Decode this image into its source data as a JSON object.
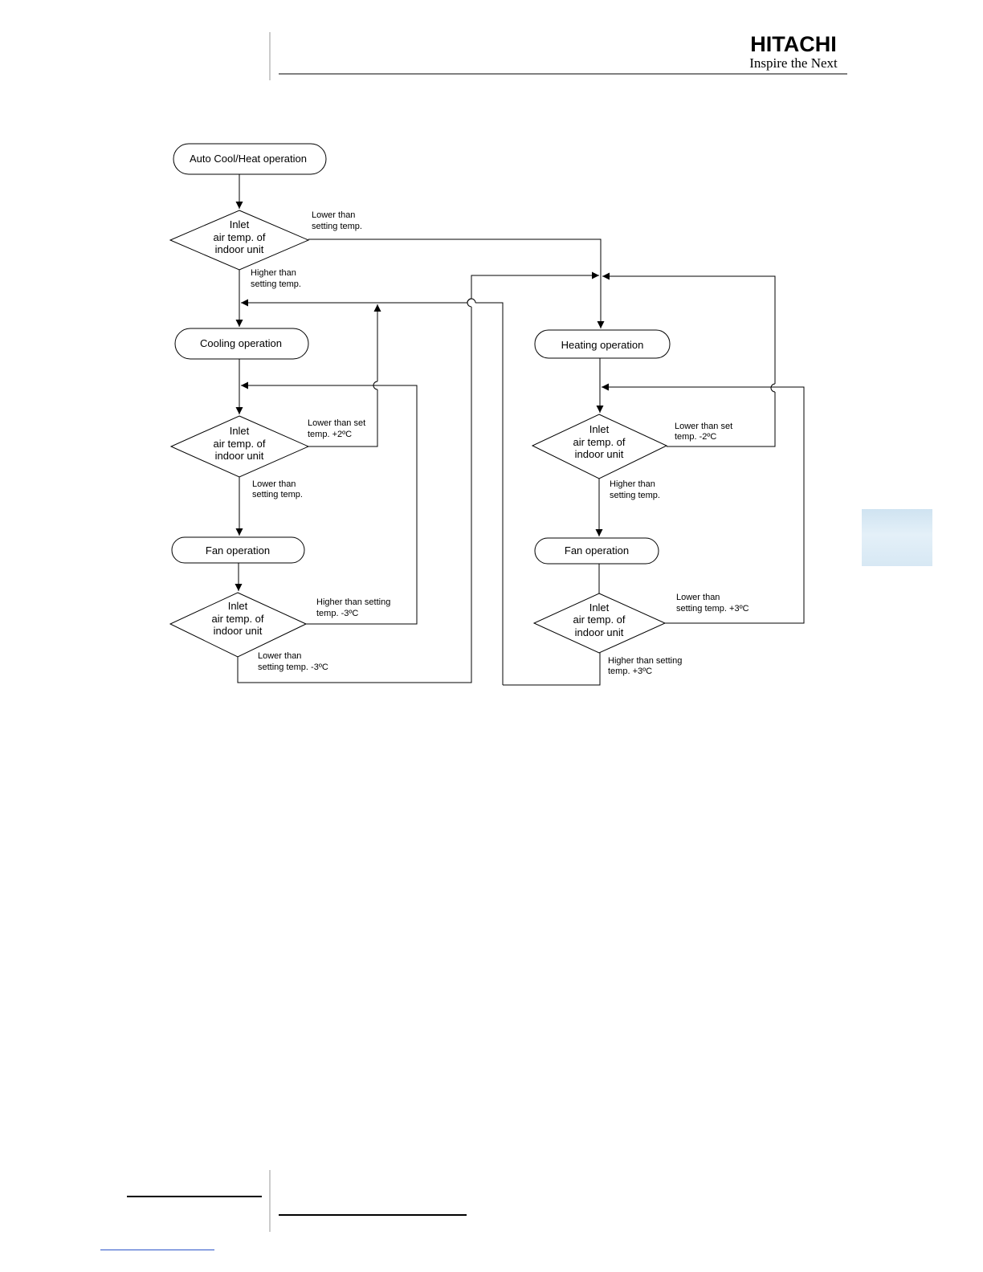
{
  "header": {
    "brand_name": "HITACHI",
    "brand_tagline": "Inspire the Next"
  },
  "colors": {
    "line": "#000000",
    "side_tab": "#d7e8f4",
    "footer_link": "#2a54c8"
  },
  "flowchart": {
    "start": "Auto Cool/Heat operation",
    "decision_main": [
      "Inlet",
      "air temp. of",
      "indoor unit"
    ],
    "main_lower": [
      "Lower than",
      "setting temp."
    ],
    "main_higher": [
      "Higher than",
      "setting temp."
    ],
    "cooling": {
      "title": "Cooling operation",
      "decision": [
        "Inlet",
        "air temp. of",
        "indoor unit"
      ],
      "lower_set": [
        "Lower than set",
        "temp. +2ºC"
      ],
      "lower_setting": [
        "Lower than",
        "setting temp."
      ],
      "fan": "Fan operation",
      "fan_decision": [
        "Inlet",
        "air temp. of",
        "indoor unit"
      ],
      "fan_higher": [
        "Higher than setting",
        "temp. -3ºC"
      ],
      "fan_lower": [
        "Lower than",
        "setting temp. -3ºC"
      ]
    },
    "heating": {
      "title": "Heating operation",
      "decision": [
        "Inlet",
        "air temp. of",
        "indoor unit"
      ],
      "lower_set": [
        "Lower than set",
        "temp. -2ºC"
      ],
      "higher_setting": [
        "Higher than",
        "setting temp."
      ],
      "fan": "Fan operation",
      "fan_decision": [
        "Inlet",
        "air temp. of",
        "indoor unit"
      ],
      "fan_lower": [
        "Lower than",
        "setting temp. +3ºC"
      ],
      "fan_higher": [
        "Higher than setting",
        "temp. +3ºC"
      ]
    }
  }
}
